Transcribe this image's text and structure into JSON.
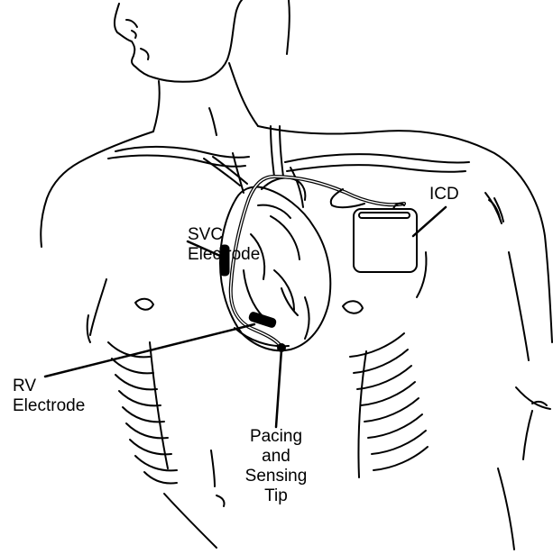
{
  "labels": {
    "icd": "ICD",
    "svc": [
      "SVC",
      "Electrode"
    ],
    "rv": [
      "RV",
      "Electrode"
    ],
    "tip": [
      "Pacing",
      "and",
      "Sensing",
      "Tip"
    ]
  },
  "colors": {
    "ink": "#000000",
    "background": "#ffffff"
  }
}
